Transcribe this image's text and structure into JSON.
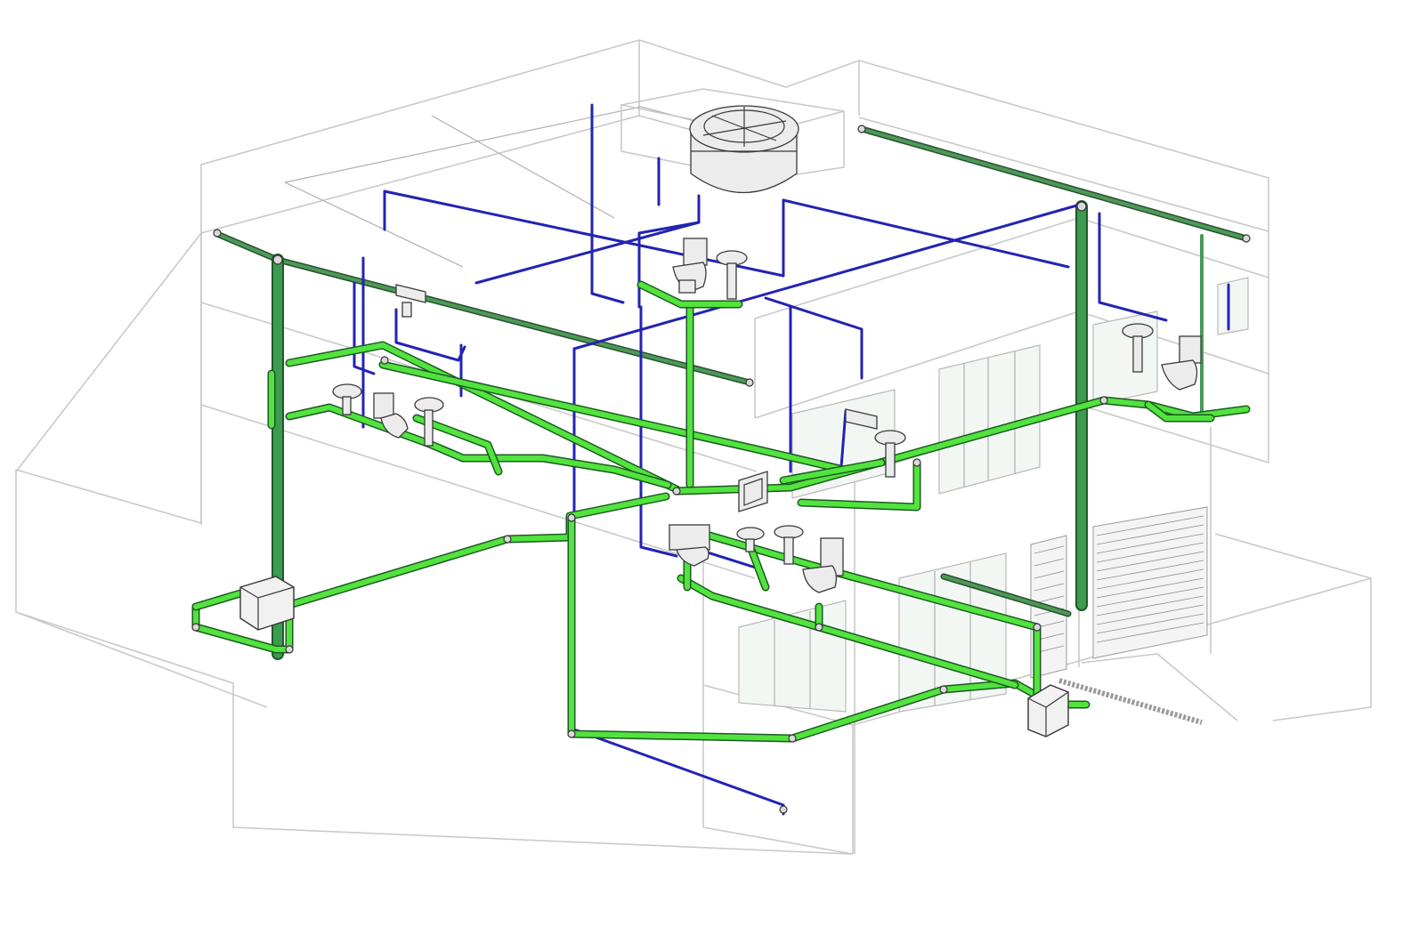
{
  "colors": {
    "background": "#ffffff",
    "building_lines": "#c9c9c9",
    "cold_water_pipes": "#2323b4",
    "sewer_pipes": "#52e33e",
    "vent_pipes": "#2f7a3c"
  },
  "components": {
    "water_tank": "water-tank",
    "fixtures": [
      "toilet",
      "washbasin",
      "sink"
    ],
    "inspection_boxes": 2
  }
}
